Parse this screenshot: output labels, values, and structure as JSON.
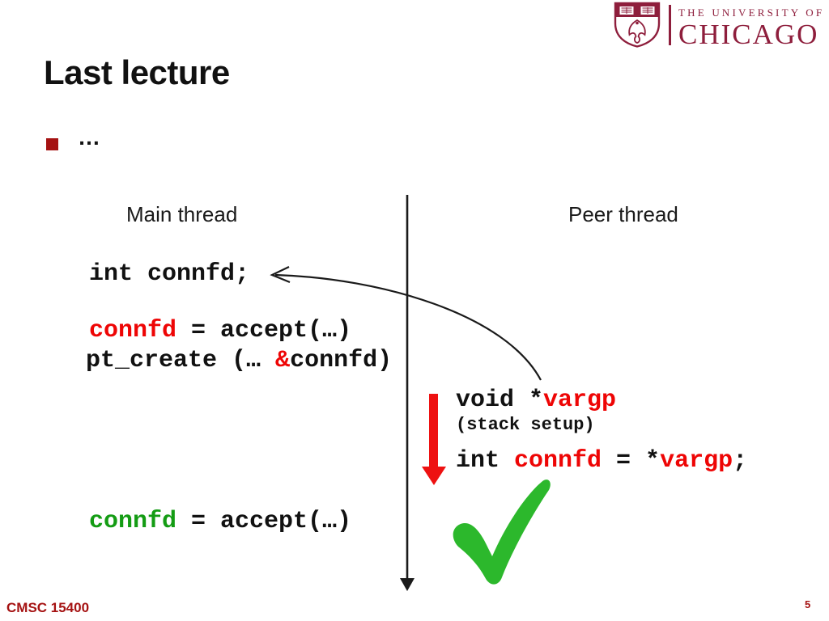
{
  "logo": {
    "wordmark_line1": "THE UNIVERSITY OF",
    "wordmark_line2": "CHICAGO"
  },
  "title": "Last lecture",
  "bullet": {
    "text": "…"
  },
  "columns": {
    "main_thread": "Main thread",
    "peer_thread": "Peer thread"
  },
  "main_code": {
    "decl": "int connfd;",
    "accept_var": "connfd",
    "accept_rest": " = accept(…)",
    "ptcreate_pre": "pt_create (… ",
    "ptcreate_amp": "&",
    "ptcreate_post": "connfd)",
    "accept2_var": "connfd",
    "accept2_rest": " = accept(…)"
  },
  "peer_code": {
    "void_pre": "void *",
    "void_vargp": "vargp",
    "stack_setup": "(stack setup)",
    "assign_pre": "int ",
    "assign_connfd": "connfd",
    "assign_mid": " = *",
    "assign_vargp": "vargp",
    "assign_post": ";"
  },
  "footer": {
    "course": "CMSC 15400",
    "page": "5"
  },
  "colors": {
    "maroon": "#8E1E3C",
    "footer_red": "#A51212",
    "code_red": "#EE0505",
    "code_green": "#149C14",
    "check_green": "#2CB82C",
    "arrow_red": "#EE1111"
  }
}
